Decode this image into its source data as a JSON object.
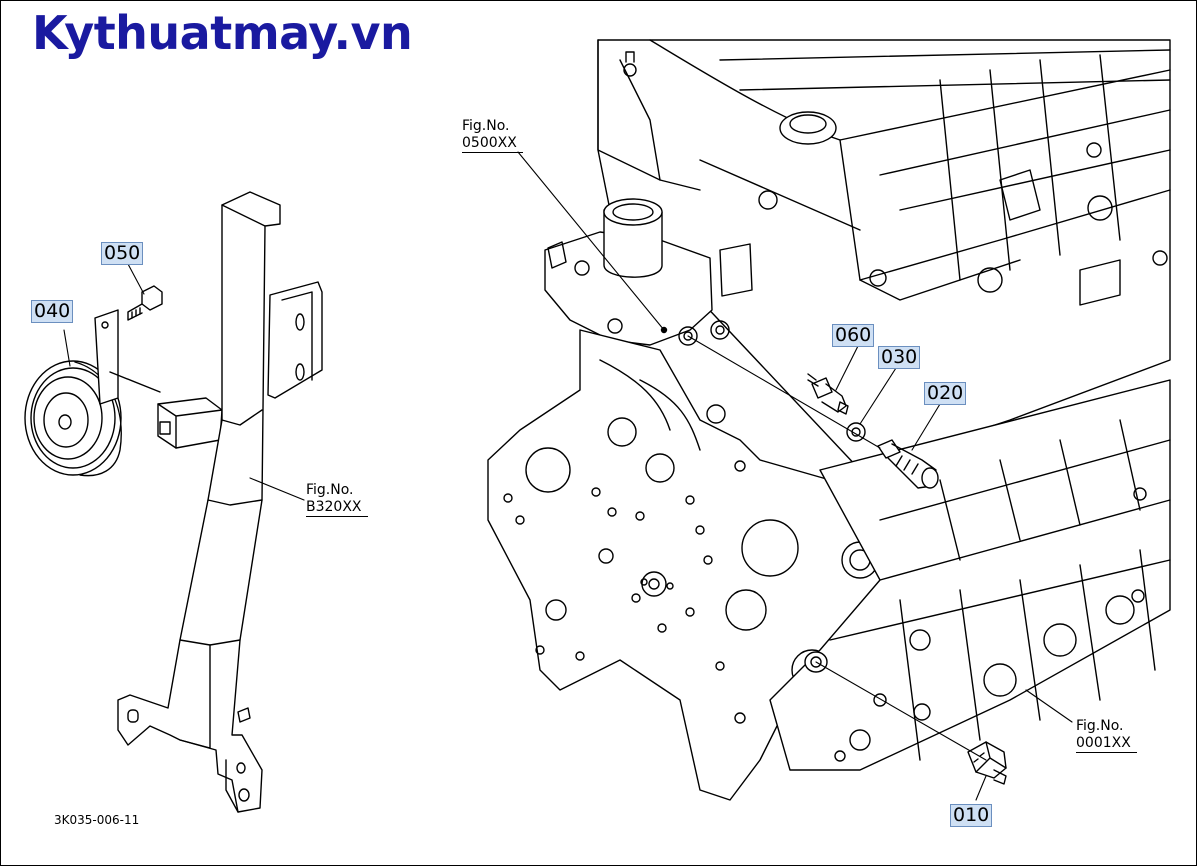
{
  "watermark": "Kythuatmay.vn",
  "drawing_code": "3K035-006-11",
  "part_labels": {
    "p010": "010",
    "p020": "020",
    "p030": "030",
    "p040": "040",
    "p050": "050",
    "p060": "060"
  },
  "fig_refs": {
    "thermostat": {
      "prefix": "Fig.No.",
      "number": "0500XX"
    },
    "bracket": {
      "prefix": "Fig.No.",
      "number": "B320XX"
    },
    "crankcase": {
      "prefix": "Fig.No.",
      "number": "0001XX"
    }
  },
  "colors": {
    "watermark": "#1a1aa0",
    "label_fill": "#cfe0f4",
    "label_border": "#6b8fbf",
    "line": "#000000"
  }
}
